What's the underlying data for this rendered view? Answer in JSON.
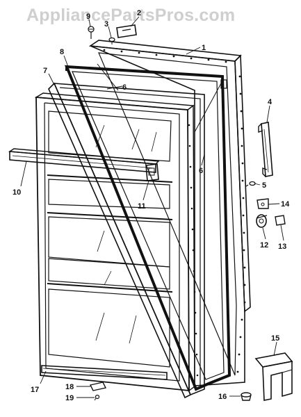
{
  "watermark": "AppliancePartsPros.com",
  "colors": {
    "line": "#111111",
    "watermark": "#cfcfcf",
    "background": "#ffffff"
  },
  "callouts": [
    {
      "id": "c1",
      "label": "1"
    },
    {
      "id": "c2",
      "label": "2"
    },
    {
      "id": "c3",
      "label": "3"
    },
    {
      "id": "c4",
      "label": "4"
    },
    {
      "id": "c5",
      "label": "5"
    },
    {
      "id": "c6a",
      "label": "6"
    },
    {
      "id": "c6b",
      "label": "6"
    },
    {
      "id": "c7",
      "label": "7"
    },
    {
      "id": "c8",
      "label": "8"
    },
    {
      "id": "c9",
      "label": "9"
    },
    {
      "id": "c10",
      "label": "10"
    },
    {
      "id": "c11",
      "label": "11"
    },
    {
      "id": "c12",
      "label": "12"
    },
    {
      "id": "c13",
      "label": "13"
    },
    {
      "id": "c14",
      "label": "14"
    },
    {
      "id": "c15",
      "label": "15"
    },
    {
      "id": "c16",
      "label": "16"
    },
    {
      "id": "c17",
      "label": "17"
    },
    {
      "id": "c18",
      "label": "18"
    },
    {
      "id": "c19",
      "label": "19"
    }
  ]
}
